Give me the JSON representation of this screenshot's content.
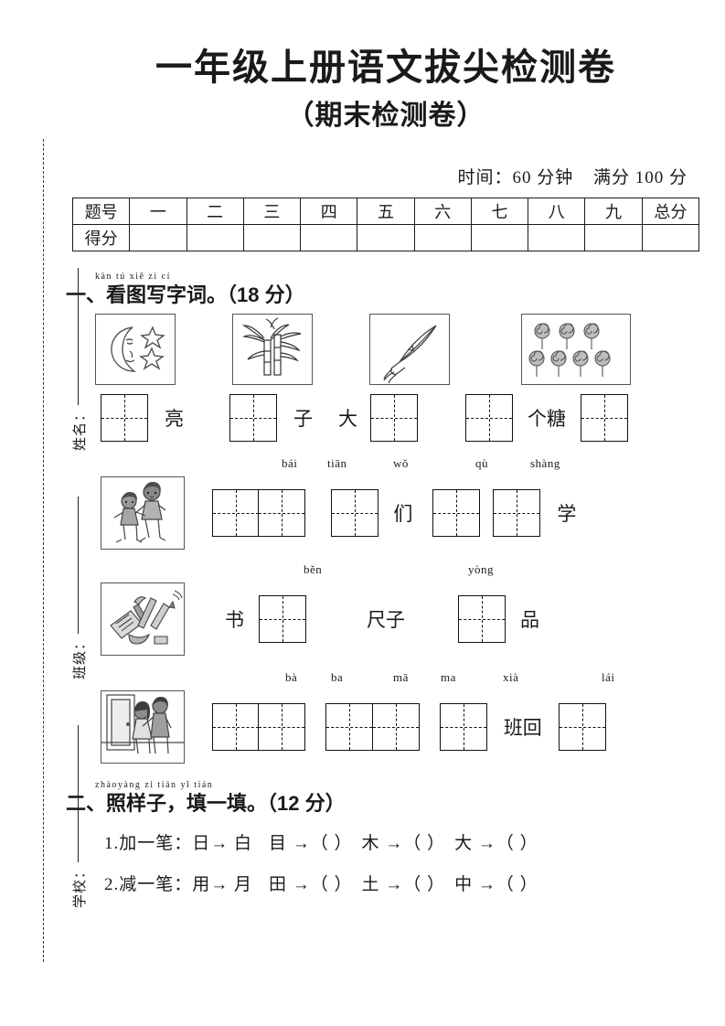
{
  "seal_margin": {
    "fields": [
      {
        "name": "name",
        "label": "姓名："
      },
      {
        "name": "class",
        "label": "班级："
      },
      {
        "name": "school",
        "label": "学校："
      }
    ]
  },
  "header": {
    "title": "一年级上册语文拔尖检测卷",
    "subtitle": "（期末检测卷）",
    "time_label": "时间：60 分钟",
    "total_label": "满分 100 分"
  },
  "score_table": {
    "row_labels": [
      "题号",
      "得分"
    ],
    "columns": [
      "一",
      "二",
      "三",
      "四",
      "五",
      "六",
      "七",
      "八",
      "九",
      "总分"
    ],
    "scores": [
      "",
      "",
      "",
      "",
      "",
      "",
      "",
      "",
      "",
      ""
    ]
  },
  "sections": [
    {
      "index": "一、",
      "title": "看图写字词。",
      "points": "（18 分）",
      "pinyin": "kàn tú xiě zì cí",
      "rows": [
        {
          "pictures": [
            "crescent-moon-with-stars",
            "bamboo-plant",
            "knife-with-tassel",
            "seven-lollipops"
          ],
          "answers": [
            "亮",
            "子",
            "大",
            "个糖"
          ]
        },
        {
          "picture": "two-children-walking",
          "pinyin": [
            "bái",
            "tiān",
            "wǒ",
            "qù",
            "shàng"
          ],
          "answers": [
            "们",
            "学"
          ]
        },
        {
          "picture": "school-supplies",
          "pinyin": [
            "běn",
            "yòng"
          ],
          "answers": [
            "书",
            "尺子",
            "品"
          ]
        },
        {
          "picture": "parents-at-door",
          "pinyin": [
            "bà",
            "ba",
            "mā",
            "ma",
            "xià",
            "lái"
          ],
          "answers": [
            "班回"
          ]
        }
      ]
    },
    {
      "index": "二、",
      "title": "照样子，填一填。",
      "points": "（12 分）",
      "pinyin": "zhàoyàng zi  tián yī tián",
      "items": [
        {
          "number": "1.",
          "prompt": "加一笔：",
          "example": "日→ 白",
          "blanks": [
            "目 →（    ）",
            "木 →（    ）",
            "大 →（    ）"
          ]
        },
        {
          "number": "2.",
          "prompt": "减一笔：",
          "example": "用→ 月",
          "blanks": [
            "田 →（    ）",
            "土 →（    ）",
            "中 →（    ）"
          ]
        }
      ]
    }
  ]
}
